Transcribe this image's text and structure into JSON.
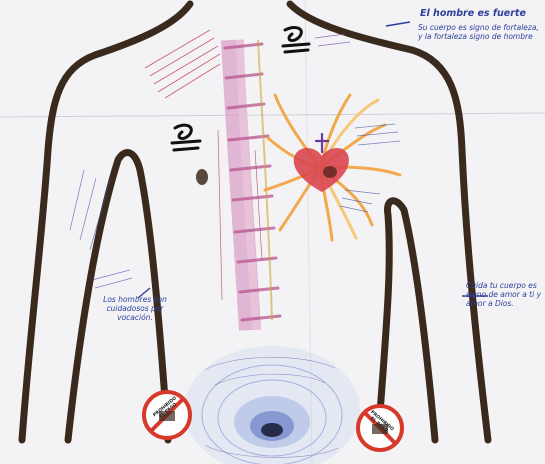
{
  "annotations": {
    "strength_title": "El hombre es fuerte",
    "strength_body": "Su cuerpo es signo de fortaleza, y la fortaleza signo de hombre",
    "left_arm_note": "Los hombres son cuidadosos por vocación.",
    "right_arm_note": "Cuida tu cuerpo es signo de amor a ti y amor a Dios."
  },
  "signs": {
    "left_sign_text": "PROHIBIDO EL PASO",
    "right_sign_text": "PROHIBIDO EL PASO"
  },
  "colors": {
    "body_outline": "#3a2a1e",
    "ink_blue": "#2d3f9a",
    "spine_pink": "#d9a2c8",
    "heart_red": "#d9464f",
    "sun_orange": "#f2a13c",
    "water_blue": "#7e96d8",
    "sign_red": "#d73a2a"
  },
  "icons": [
    "heart-icon",
    "cross-icon",
    "sun-rays",
    "no-entry-sign"
  ]
}
